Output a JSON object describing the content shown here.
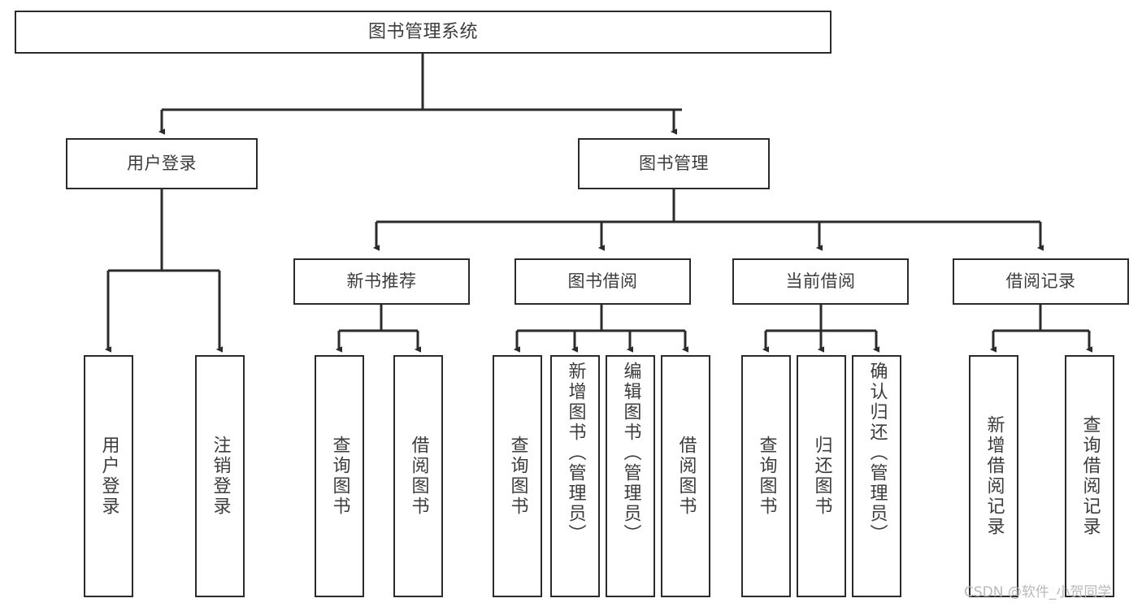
{
  "diagram": {
    "type": "tree",
    "title": "图书管理系统",
    "watermark": "CSDN @软件_小贺同学",
    "colors": {
      "box_border": "#2b2b2b",
      "box_fill": "#ffffff",
      "connector": "#2b2b2b",
      "text": "#3c3c3c",
      "watermark": "#b9b9b9",
      "background": "#ffffff"
    },
    "nodes": {
      "root": {
        "label": "图书管理系统"
      },
      "level2": [
        {
          "id": "user-login",
          "label": "用户登录"
        },
        {
          "id": "book-management",
          "label": "图书管理"
        }
      ],
      "level3": [
        {
          "id": "new-book-recommend",
          "label": "新书推荐"
        },
        {
          "id": "book-borrow",
          "label": "图书借阅"
        },
        {
          "id": "current-borrow",
          "label": "当前借阅"
        },
        {
          "id": "borrow-record",
          "label": "借阅记录"
        }
      ],
      "leaves": {
        "user_login": [
          {
            "id": "leaf-user-login",
            "label": "用户登录"
          },
          {
            "id": "leaf-logout-login",
            "label": "注销登录"
          }
        ],
        "new_book_recommend": [
          {
            "id": "leaf-query-book-1",
            "label": "查询图书"
          },
          {
            "id": "leaf-borrow-book-1",
            "label": "借阅图书"
          }
        ],
        "book_borrow": [
          {
            "id": "leaf-query-book-2",
            "label": "查询图书"
          },
          {
            "id": "leaf-add-book",
            "label": "新增图书（管理员）"
          },
          {
            "id": "leaf-edit-book",
            "label": "编辑图书（管理员）"
          },
          {
            "id": "leaf-borrow-book-2",
            "label": "借阅图书"
          }
        ],
        "current_borrow": [
          {
            "id": "leaf-query-book-3",
            "label": "查询图书"
          },
          {
            "id": "leaf-return-book",
            "label": "归还图书"
          },
          {
            "id": "leaf-confirm-return",
            "label": "确认归还（管理员）"
          }
        ],
        "borrow_record": [
          {
            "id": "leaf-add-borrow-record",
            "label": "新增借阅记录"
          },
          {
            "id": "leaf-query-borrow-record",
            "label": "查询借阅记录"
          }
        ]
      }
    }
  }
}
